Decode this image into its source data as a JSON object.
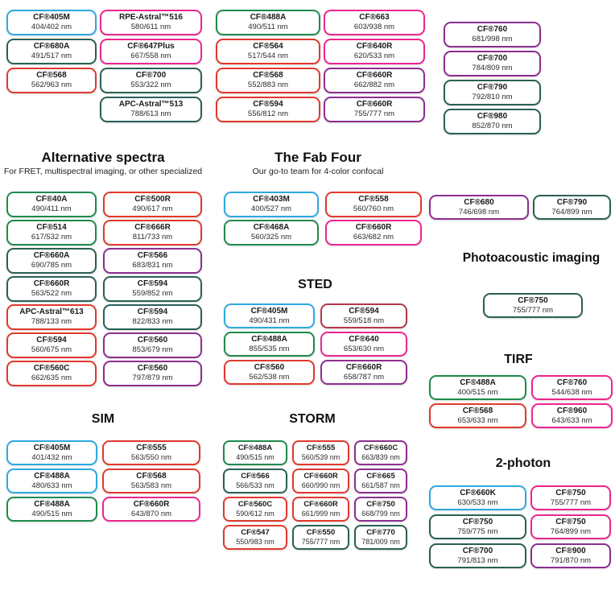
{
  "palette": {
    "blue": "#2FA8E1",
    "green": "#1F8A4C",
    "teal": "#2B5F56",
    "red": "#E0392D",
    "darkred": "#B23A48",
    "pink": "#EC268F",
    "purple": "#8C2E90"
  },
  "headers": {
    "alt_title": "Alternative spectra",
    "alt_sub": "For FRET, multispectral imaging, or other specialized",
    "fab_title": "The Fab Four",
    "fab_sub": "Our go-to team for 4-color confocal",
    "sted": "STED",
    "sim": "SIM",
    "storm": "STORM",
    "tirf": "TIRF",
    "photoacoustic": "Photoacoustic imaging",
    "two_photon": "2-photon"
  },
  "chart_data": {
    "type": "table",
    "groups": {
      "top1": [
        {
          "name": "CF®405M",
          "ex_em": "404/402 nm",
          "color": "blue"
        },
        {
          "name": "CF®680A",
          "ex_em": "491/517 nm",
          "color": "teal"
        },
        {
          "name": "CF®568",
          "ex_em": "562/963 nm",
          "color": "red"
        }
      ],
      "top2": [
        {
          "name": "RPE-Astral™516",
          "ex_em": "580/611 nm",
          "color": "pink"
        },
        {
          "name": "CF®647Plus",
          "ex_em": "667/558 nm",
          "color": "pink"
        },
        {
          "name": "CF®700",
          "ex_em": "553/322 nm",
          "color": "teal"
        },
        {
          "name": "APC-Astral™513",
          "ex_em": "788/613 nm",
          "color": "teal"
        }
      ],
      "top3": [
        {
          "name": "CF®488A",
          "ex_em": "490/511 nm",
          "color": "green"
        },
        {
          "name": "CF®564",
          "ex_em": "517/544 nm",
          "color": "red"
        },
        {
          "name": "CF®568",
          "ex_em": "552/883 nm",
          "color": "red"
        },
        {
          "name": "CF®594",
          "ex_em": "556/812 nm",
          "color": "red"
        }
      ],
      "top4": [
        {
          "name": "CF®663",
          "ex_em": "603/938 nm",
          "color": "pink"
        },
        {
          "name": "CF®640R",
          "ex_em": "620/533 nm",
          "color": "pink"
        },
        {
          "name": "CF®660R",
          "ex_em": "662/882 nm",
          "color": "purple"
        },
        {
          "name": "CF®660R",
          "ex_em": "755/777 nm",
          "color": "purple"
        }
      ],
      "top5": [
        {
          "name": "CF®760",
          "ex_em": "681/998 nm",
          "color": "purple"
        },
        {
          "name": "CF®700",
          "ex_em": "784/809 nm",
          "color": "purple"
        },
        {
          "name": "CF®790",
          "ex_em": "792/810 nm",
          "color": "teal"
        },
        {
          "name": "CF®980",
          "ex_em": "852/870 nm",
          "color": "teal"
        }
      ],
      "alt_left": [
        {
          "name": "CF®40A",
          "ex_em": "490/411 nm",
          "color": "green"
        },
        {
          "name": "CF®514",
          "ex_em": "617/532 nm",
          "color": "green"
        },
        {
          "name": "CF®660A",
          "ex_em": "690/785 nm",
          "color": "teal"
        },
        {
          "name": "CF®660R",
          "ex_em": "563/522 nm",
          "color": "teal"
        },
        {
          "name": "APC-Astral™613",
          "ex_em": "788/133 nm",
          "color": "red"
        },
        {
          "name": "CF®594",
          "ex_em": "560/675 nm",
          "color": "red"
        },
        {
          "name": "CF®560C",
          "ex_em": "662/635 nm",
          "color": "red"
        }
      ],
      "alt_right": [
        {
          "name": "CF®500R",
          "ex_em": "490/617 nm",
          "color": "red"
        },
        {
          "name": "CF®666R",
          "ex_em": "811/733 nm",
          "color": "red"
        },
        {
          "name": "CF®566",
          "ex_em": "683/831 nm",
          "color": "purple"
        },
        {
          "name": "CF®594",
          "ex_em": "559/852 nm",
          "color": "teal"
        },
        {
          "name": "CF®594",
          "ex_em": "822/833 nm",
          "color": "teal"
        },
        {
          "name": "CF®560",
          "ex_em": "853/679 nm",
          "color": "purple"
        },
        {
          "name": "CF®560",
          "ex_em": "797/879 nm",
          "color": "purple"
        }
      ],
      "fab": [
        {
          "name": "CF®403M",
          "ex_em": "400/527 nm",
          "color": "blue"
        },
        {
          "name": "CF®558",
          "ex_em": "560/760 nm",
          "color": "red"
        },
        {
          "name": "CF®468A",
          "ex_em": "560/325 nm",
          "color": "green"
        },
        {
          "name": "CF®660R",
          "ex_em": "663/682 nm",
          "color": "pink"
        }
      ],
      "nir": [
        {
          "name": "CF®680",
          "ex_em": "746/698 nm",
          "color": "purple"
        },
        {
          "name": "CF®790",
          "ex_em": "764/899 nm",
          "color": "teal"
        }
      ],
      "photoacoustic": [
        {
          "name": "CF®750",
          "ex_em": "755/777 nm",
          "color": "teal"
        }
      ],
      "sted": [
        {
          "name": "CF®405M",
          "ex_em": "490/431 nm",
          "color": "blue"
        },
        {
          "name": "CF®594",
          "ex_em": "559/518 nm",
          "color": "darkred"
        },
        {
          "name": "CF®488A",
          "ex_em": "855/535 nm",
          "color": "green"
        },
        {
          "name": "CF®640",
          "ex_em": "653/630 nm",
          "color": "pink"
        },
        {
          "name": "CF®560",
          "ex_em": "562/538 nm",
          "color": "red"
        },
        {
          "name": "CF®660R",
          "ex_em": "658/787 nm",
          "color": "purple"
        }
      ],
      "tirf": [
        {
          "name": "CF®488A",
          "ex_em": "400/515 nm",
          "color": "green"
        },
        {
          "name": "CF®760",
          "ex_em": "544/638 nm",
          "color": "pink"
        },
        {
          "name": "CF®568",
          "ex_em": "653/633 nm",
          "color": "red"
        },
        {
          "name": "CF®960",
          "ex_em": "643/633 nm",
          "color": "pink"
        }
      ],
      "sim": [
        {
          "name": "CF®405M",
          "ex_em": "401/432 nm",
          "color": "blue"
        },
        {
          "name": "CF®555",
          "ex_em": "563/550 nm",
          "color": "red"
        },
        {
          "name": "CF®488A",
          "ex_em": "480/633 nm",
          "color": "blue"
        },
        {
          "name": "CF®568",
          "ex_em": "563/583 nm",
          "color": "red"
        },
        {
          "name": "CF®488A",
          "ex_em": "490/515 nm",
          "color": "green"
        },
        {
          "name": "CF®660R",
          "ex_em": "643/870 nm",
          "color": "pink"
        }
      ],
      "storm": [
        {
          "name": "CF®488A",
          "ex_em": "490/515 nm",
          "color": "green"
        },
        {
          "name": "CF®555",
          "ex_em": "560/539 nm",
          "color": "red"
        },
        {
          "name": "CF®660C",
          "ex_em": "663/839 nm",
          "color": "purple"
        },
        {
          "name": "CF®566",
          "ex_em": "566/533 nm",
          "color": "teal"
        },
        {
          "name": "CF®660R",
          "ex_em": "660/990 nm",
          "color": "red"
        },
        {
          "name": "CF®665",
          "ex_em": "661/587 nm",
          "color": "purple"
        },
        {
          "name": "CF®560C",
          "ex_em": "590/612 nm",
          "color": "red"
        },
        {
          "name": "CF®660R",
          "ex_em": "661/999 nm",
          "color": "red"
        },
        {
          "name": "CF®750",
          "ex_em": "668/799 nm",
          "color": "purple"
        },
        {
          "name": "CF®547",
          "ex_em": "550/983 nm",
          "color": "red"
        },
        {
          "name": "CF®550",
          "ex_em": "755/777 nm",
          "color": "teal"
        },
        {
          "name": "CF®770",
          "ex_em": "781/009 nm",
          "color": "teal"
        }
      ],
      "two_photon": [
        {
          "name": "CF®660K",
          "ex_em": "630/533 nm",
          "color": "blue"
        },
        {
          "name": "CF®750",
          "ex_em": "755/777 nm",
          "color": "pink"
        },
        {
          "name": "CF®750",
          "ex_em": "759/775 nm",
          "color": "teal"
        },
        {
          "name": "CF®750",
          "ex_em": "764/899 nm",
          "color": "pink"
        },
        {
          "name": "CF®700",
          "ex_em": "791/813 nm",
          "color": "teal"
        },
        {
          "name": "CF®900",
          "ex_em": "791/870 nm",
          "color": "purple"
        }
      ]
    }
  }
}
